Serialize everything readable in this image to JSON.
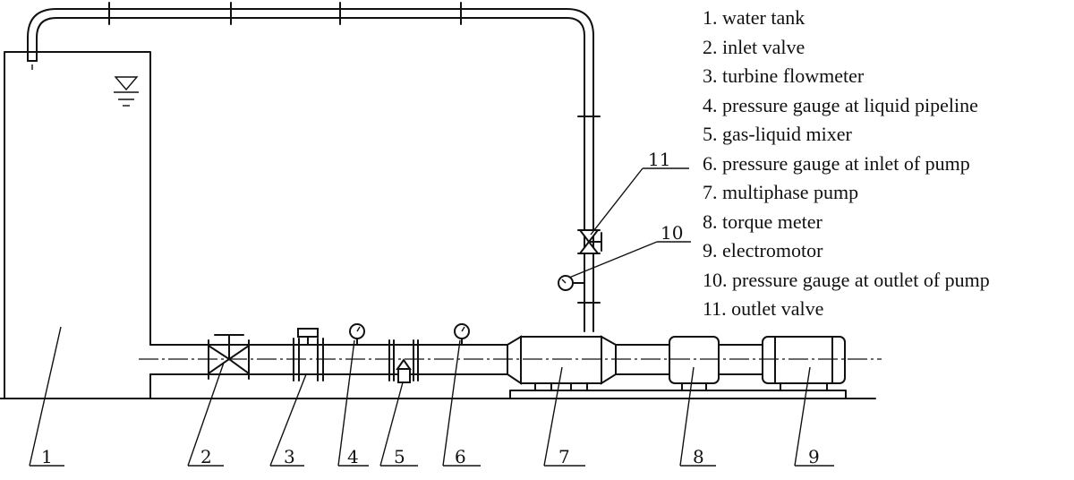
{
  "legend": [
    "1. water tank",
    "2. inlet valve",
    "3. turbine flowmeter",
    "4. pressure gauge at liquid pipeline",
    "5. gas-liquid mixer",
    "6. pressure gauge at inlet of pump",
    "7. multiphase pump",
    "8. torque meter",
    "9. electromotor",
    "10. pressure gauge at outlet of pump",
    "11. outlet valve"
  ],
  "callouts": [
    "1",
    "2",
    "3",
    "4",
    "5",
    "6",
    "7",
    "8",
    "9",
    "10",
    "11"
  ]
}
